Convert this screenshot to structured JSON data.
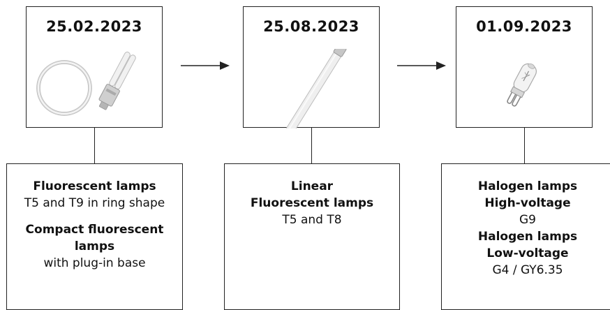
{
  "timeline": [
    {
      "date": "25.02.2023",
      "icon": "ring-and-compact-fluorescent-lamp-icon",
      "description": [
        {
          "text": "Fluorescent lamps",
          "bold": true
        },
        {
          "text": "T5 and T9 in ring shape",
          "bold": false
        },
        {
          "text": "Compact fluorescent",
          "bold": true
        },
        {
          "text": "lamps",
          "bold": true
        },
        {
          "text": "with plug-in base",
          "bold": false
        }
      ]
    },
    {
      "date": "25.08.2023",
      "icon": "linear-fluorescent-tube-icon",
      "description": [
        {
          "text": "Linear",
          "bold": true
        },
        {
          "text": "Fluorescent lamps",
          "bold": true
        },
        {
          "text": "T5 and T8",
          "bold": false
        }
      ]
    },
    {
      "date": "01.09.2023",
      "icon": "halogen-capsule-lamp-icon",
      "description": [
        {
          "text": "Halogen lamps",
          "bold": true
        },
        {
          "text": "High-voltage",
          "bold": true
        },
        {
          "text": "G9",
          "bold": false
        },
        {
          "text": "Halogen lamps",
          "bold": true
        },
        {
          "text": "Low-voltage",
          "bold": true
        },
        {
          "text": "G4 / GY6.35",
          "bold": false
        }
      ]
    }
  ]
}
